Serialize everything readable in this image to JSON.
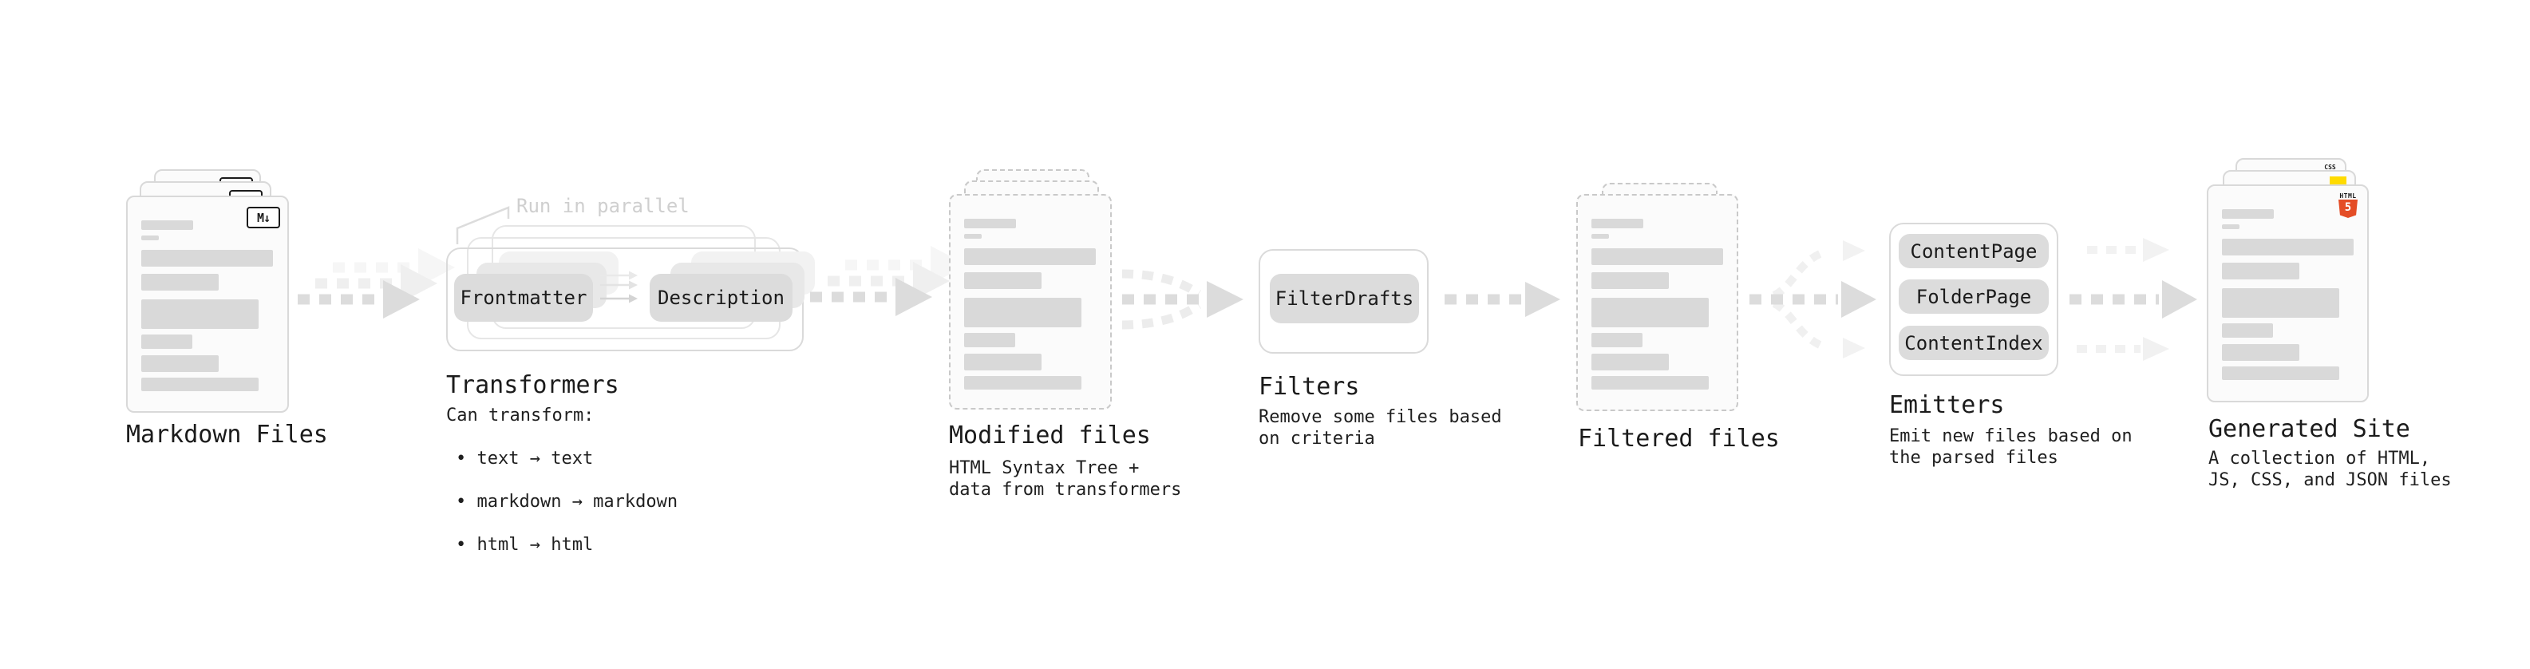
{
  "sections": {
    "markdown": {
      "label": "Markdown Files",
      "icon": "M↓"
    },
    "transformers": {
      "note": "Run in parallel",
      "pill_from": "Frontmatter",
      "pill_to": "Description",
      "label": "Transformers",
      "desc_title": "Can transform:",
      "items": [
        "• text → text",
        "• markdown → markdown",
        "• html → html"
      ]
    },
    "modified": {
      "label": "Modified files",
      "desc": "HTML Syntax Tree +\ndata from transformers"
    },
    "filters": {
      "pill": "FilterDrafts",
      "label": "Filters",
      "desc": "Remove some files based\non criteria"
    },
    "filtered": {
      "label": "Filtered files"
    },
    "emitters": {
      "pills": [
        "ContentPage",
        "FolderPage",
        "ContentIndex"
      ],
      "label": "Emitters",
      "desc": "Emit new files based on\nthe parsed files"
    },
    "generated": {
      "label": "Generated Site",
      "desc": "A collection of HTML,\nJS, CSS, and JSON files",
      "css_badge": "CSS",
      "html_badge": "HTML",
      "html5_number": "5"
    }
  },
  "colors": {
    "html5_orange": "#e44d26",
    "css_blue": "#2c6fe8",
    "js_yellow": "#ffdb00"
  }
}
